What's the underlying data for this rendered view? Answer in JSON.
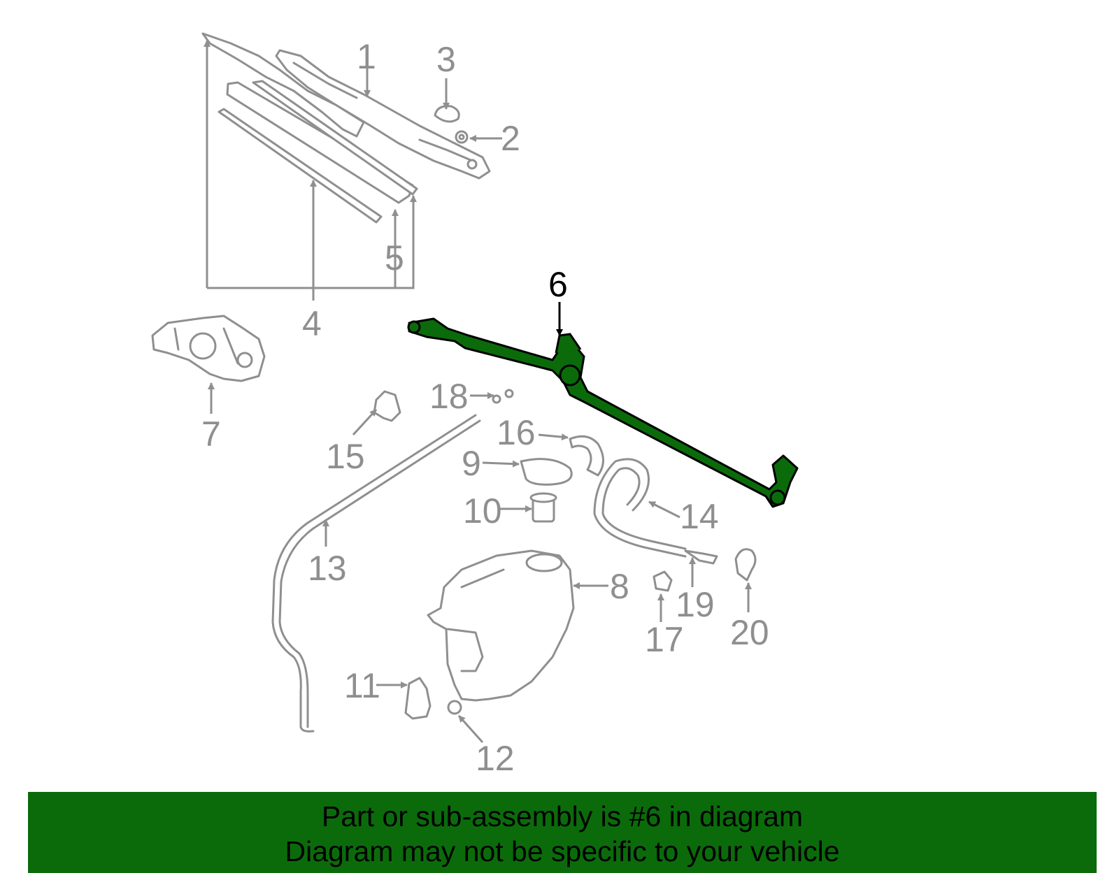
{
  "highlight_color": "#0b6b0b",
  "callouts": [
    {
      "id": "1",
      "label": "1"
    },
    {
      "id": "2",
      "label": "2"
    },
    {
      "id": "3",
      "label": "3"
    },
    {
      "id": "4",
      "label": "4"
    },
    {
      "id": "5",
      "label": "5"
    },
    {
      "id": "6",
      "label": "6"
    },
    {
      "id": "7",
      "label": "7"
    },
    {
      "id": "8",
      "label": "8"
    },
    {
      "id": "9",
      "label": "9"
    },
    {
      "id": "10",
      "label": "10"
    },
    {
      "id": "11",
      "label": "11"
    },
    {
      "id": "12",
      "label": "12"
    },
    {
      "id": "13",
      "label": "13"
    },
    {
      "id": "14",
      "label": "14"
    },
    {
      "id": "15",
      "label": "15"
    },
    {
      "id": "16",
      "label": "16"
    },
    {
      "id": "17",
      "label": "17"
    },
    {
      "id": "18",
      "label": "18"
    },
    {
      "id": "19",
      "label": "19"
    },
    {
      "id": "20",
      "label": "20"
    }
  ],
  "banner": {
    "line1": "Part or sub-assembly is #6 in diagram",
    "line2": "Diagram may not be specific to your vehicle"
  }
}
